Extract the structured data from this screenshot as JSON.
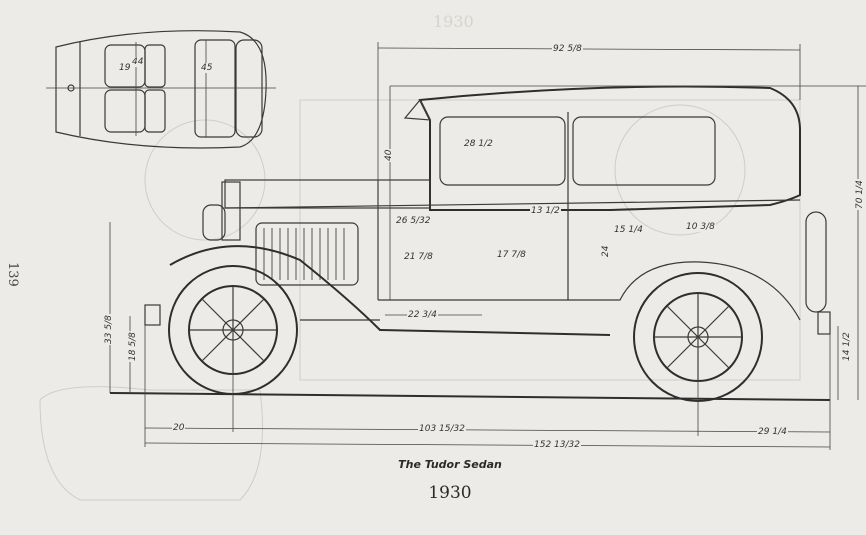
{
  "page_number": "139",
  "ghost_year": "1930",
  "caption": "The Tudor Sedan",
  "year": "1930",
  "top_view": {
    "dims": [
      "19",
      "44",
      "45"
    ]
  },
  "side_view": {
    "dims": {
      "overall_body_length": "92 5/8",
      "window_width": "28 1/2",
      "cowl_height": "40",
      "dim_26": "26 5/32",
      "dim_21": "21 7/8",
      "dim_13": "13 1/2",
      "dim_17": "17 7/8",
      "dim_15": "15 1/4",
      "dim_10": "10 3/8",
      "dim_24": "24",
      "overall_height": "70 1/4",
      "front_height": "33 5/8",
      "bumper_height": "18 5/8",
      "rear_bumper_height": "14 1/2",
      "running_board": "22 3/4",
      "front_overhang": "20",
      "wheelbase": "103 15/32",
      "rear_overhang": "29 1/4",
      "overall_length": "152 13/32"
    }
  }
}
